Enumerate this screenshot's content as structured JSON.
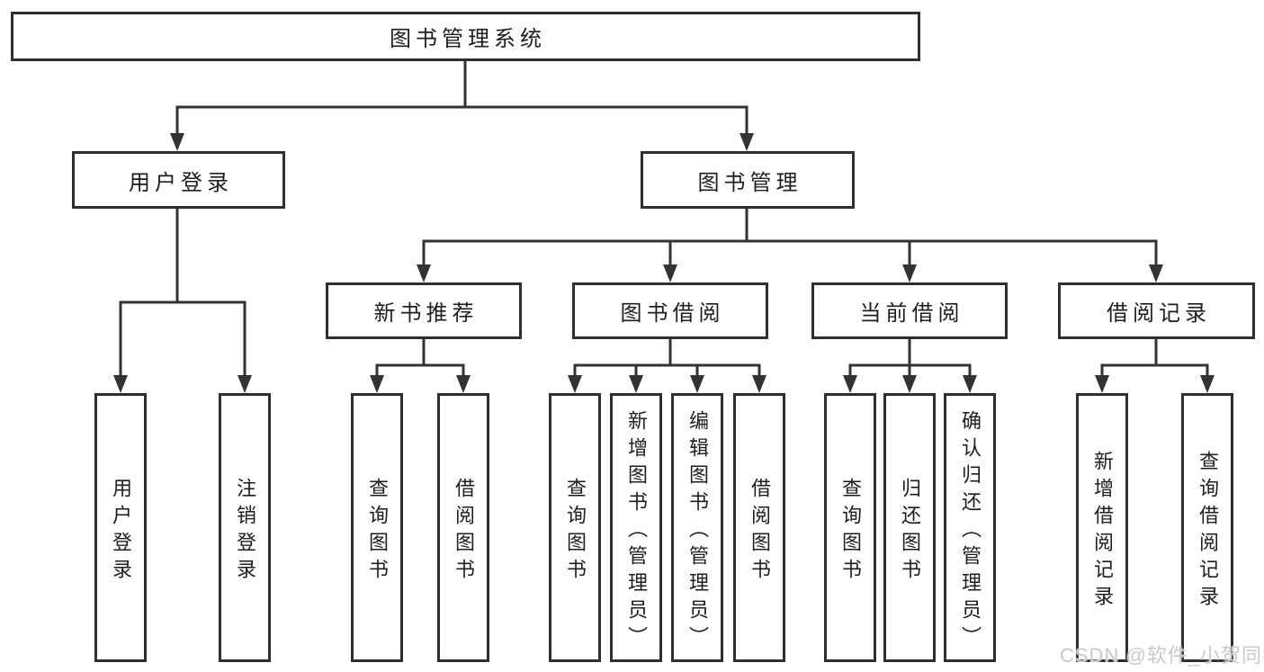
{
  "colors": {
    "line": "#333333",
    "box_border": "#2f2f2f",
    "box_fill": "#ffffff",
    "text": "#1e1e1e",
    "watermark": "#c9c9c9"
  },
  "diagram": {
    "root": {
      "label": "图书管理系统"
    },
    "branches": [
      {
        "label": "用户登录",
        "children": [
          {
            "label": "用户登录"
          },
          {
            "label": "注销登录"
          }
        ]
      },
      {
        "label": "图书管理",
        "children": [
          {
            "label": "新书推荐",
            "children": [
              {
                "label": "查询图书"
              },
              {
                "label": "借阅图书"
              }
            ]
          },
          {
            "label": "图书借阅",
            "children": [
              {
                "label": "查询图书"
              },
              {
                "label": "新增图书（管理员）"
              },
              {
                "label": "编辑图书（管理员）"
              },
              {
                "label": "借阅图书"
              }
            ]
          },
          {
            "label": "当前借阅",
            "children": [
              {
                "label": "查询图书"
              },
              {
                "label": "归还图书"
              },
              {
                "label": "确认归还（管理员）"
              }
            ]
          },
          {
            "label": "借阅记录",
            "children": [
              {
                "label": "新增借阅记录"
              },
              {
                "label": "查询借阅记录"
              }
            ]
          }
        ]
      }
    ]
  },
  "watermark": {
    "text": "CSDN @软件_小贺同学"
  }
}
